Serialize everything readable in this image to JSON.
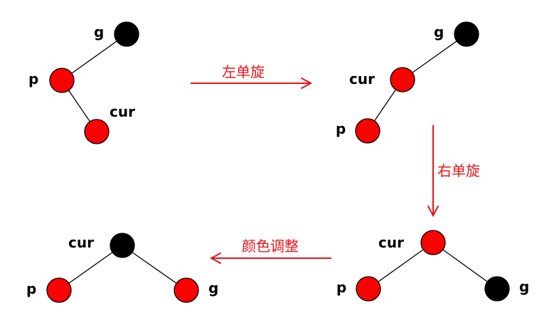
{
  "colors": {
    "red_node": "#ff0000",
    "black_node": "#000000",
    "arrow": "#e8141b"
  },
  "labels": {
    "g": "g",
    "p": "p",
    "cur": "cur"
  },
  "steps": {
    "left_rotate": "左单旋",
    "right_rotate": "右单旋",
    "recolor": "颜色调整"
  },
  "trees": [
    {
      "id": "initial",
      "nodes": [
        {
          "key": "g",
          "color": "black"
        },
        {
          "key": "p",
          "color": "red"
        },
        {
          "key": "cur",
          "color": "red"
        }
      ],
      "edges": [
        [
          "g",
          "p"
        ],
        [
          "p",
          "cur"
        ]
      ]
    },
    {
      "id": "after-left-rotate",
      "nodes": [
        {
          "key": "g",
          "color": "black"
        },
        {
          "key": "cur",
          "color": "red"
        },
        {
          "key": "p",
          "color": "red"
        }
      ],
      "edges": [
        [
          "g",
          "cur"
        ],
        [
          "cur",
          "p"
        ]
      ]
    },
    {
      "id": "after-right-rotate",
      "nodes": [
        {
          "key": "cur",
          "color": "red"
        },
        {
          "key": "p",
          "color": "red"
        },
        {
          "key": "g",
          "color": "black"
        }
      ],
      "edges": [
        [
          "cur",
          "p"
        ],
        [
          "cur",
          "g"
        ]
      ]
    },
    {
      "id": "after-recolor",
      "nodes": [
        {
          "key": "cur",
          "color": "black"
        },
        {
          "key": "p",
          "color": "red"
        },
        {
          "key": "g",
          "color": "red"
        }
      ],
      "edges": [
        [
          "cur",
          "p"
        ],
        [
          "cur",
          "g"
        ]
      ]
    }
  ]
}
